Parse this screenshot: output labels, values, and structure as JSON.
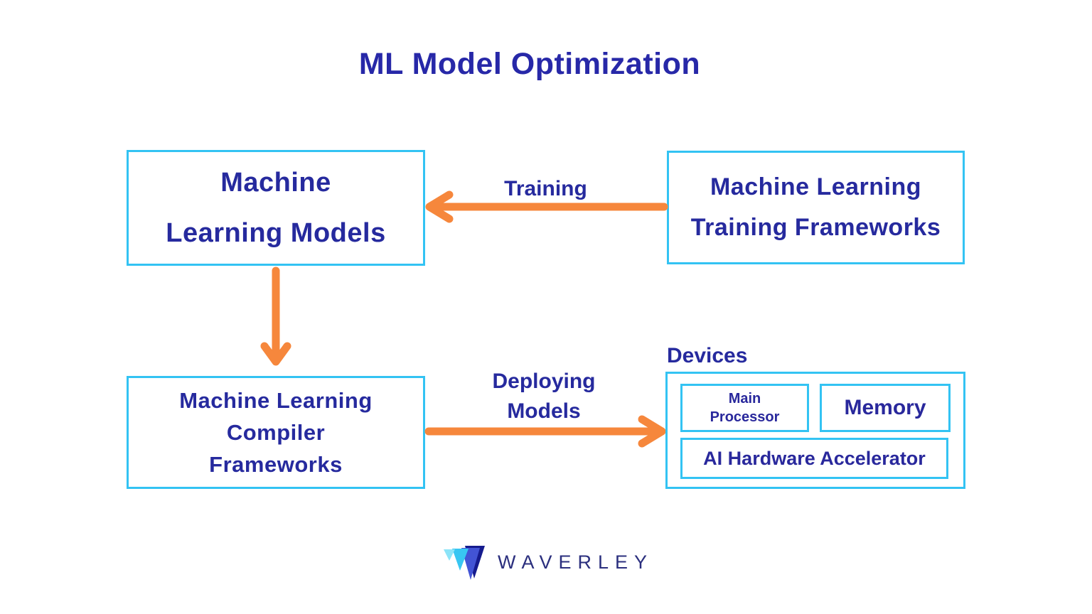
{
  "title": "ML Model Optimization",
  "palette": {
    "navy_text": "#262a9e",
    "cyan_border": "#33c3f3",
    "orange_arrow": "#f6873c",
    "logo_text_navy": "#2b2f7e",
    "logo_light_cyan": "#8ce4f8",
    "logo_sky_blue": "#38c6f2",
    "logo_royal_blue": "#4254d5",
    "logo_dark_navy": "#151b8e"
  },
  "nodes": {
    "ml_models": {
      "line1": "Machine",
      "line2": "Learning Models"
    },
    "training_frameworks": {
      "line1": "Machine Learning",
      "line2": "Training Frameworks"
    },
    "compiler_frameworks": {
      "line1": "Machine Learning",
      "line2": "Compiler",
      "line3": "Frameworks"
    },
    "devices": {
      "label": "Devices",
      "main_processor_line1": "Main",
      "main_processor_line2": "Processor",
      "memory": "Memory",
      "ai_accelerator": "AI Hardware Accelerator"
    }
  },
  "edges": {
    "training": {
      "label": "Training",
      "direction": "right-to-left"
    },
    "models_to_compiler": {
      "label": "",
      "direction": "top-to-bottom"
    },
    "deploying": {
      "label_line1": "Deploying",
      "label_line2": "Models",
      "direction": "left-to-right"
    }
  },
  "footer": {
    "brand": "WAVERLEY"
  }
}
